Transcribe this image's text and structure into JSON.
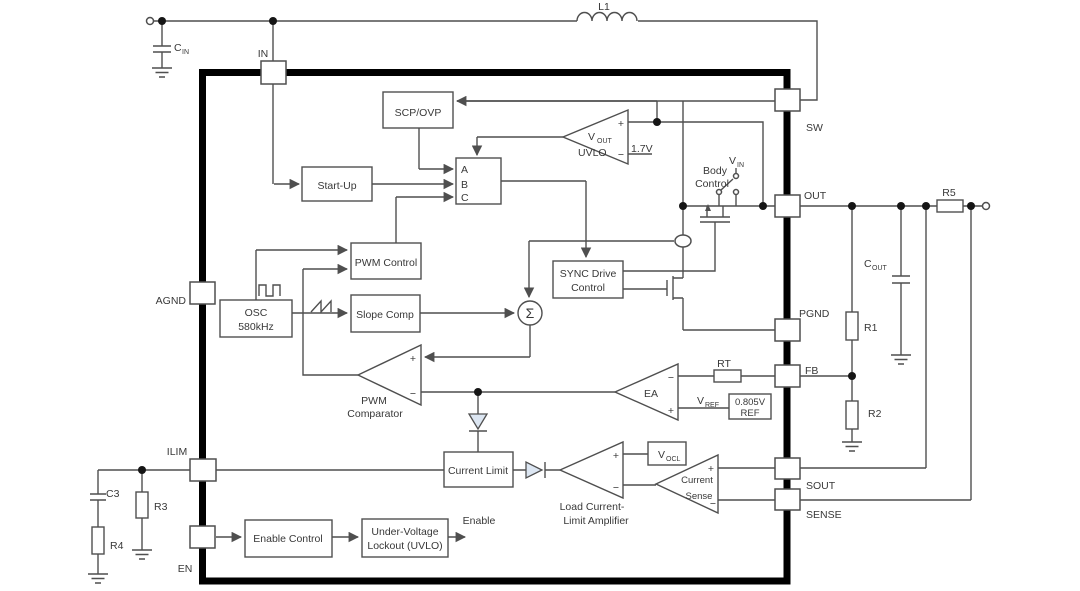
{
  "colors": {
    "line": "#4f4f4f",
    "border": "#000000",
    "text": "#383838",
    "diode_fill": "#dce6f2",
    "bg": "#ffffff"
  },
  "pins": {
    "in": "IN",
    "sw": "SW",
    "out": "OUT",
    "pgnd": "PGND",
    "fb": "FB",
    "sout": "SOUT",
    "sense": "SENSE",
    "agnd": "AGND",
    "ilim": "ILIM",
    "en": "EN"
  },
  "blocks": {
    "scp_ovp": "SCP/OVP",
    "startup": "Start-Up",
    "logic_a": "A",
    "logic_b": "B",
    "logic_c": "C",
    "pwm_control": "PWM Control",
    "osc1": "OSC",
    "osc2": "580kHz",
    "slope_comp": "Slope Comp",
    "sync1": "SYNC Drive",
    "sync2": "Control",
    "current_limit": "Current Limit",
    "enable_control": "Enable Control",
    "uvlo1": "Under-Voltage",
    "uvlo2": "Lockout (UVLO)",
    "ref1": "0.805V",
    "ref2": "REF",
    "vocl_main": "V",
    "vocl_sub": "OCL"
  },
  "amps": {
    "uvlo_v": "V",
    "uvlo_v_sub": "OUT",
    "uvlo_line2": "UVLO",
    "uvlo_ref": "1.7V",
    "ea": "EA",
    "pwm1": "PWM",
    "pwm2": "Comparator",
    "load1": "Load Current-",
    "load2": "Limit Amplifier",
    "cs1": "Current",
    "cs2": "Sense"
  },
  "external": {
    "l1": "L1",
    "cin_main": "C",
    "cin_sub": "IN",
    "cout_main": "C",
    "cout_sub": "OUT",
    "r1": "R1",
    "r2": "R2",
    "r3": "R3",
    "r4": "R4",
    "r5": "R5",
    "rt": "RT",
    "c3": "C3"
  },
  "labels": {
    "vin_main": "V",
    "vin_sub": "IN",
    "vref_main": "V",
    "vref_sub": "REF",
    "body1": "Body",
    "body2": "Control",
    "enable": "Enable",
    "sigma": "Σ",
    "plus": "+",
    "minus": "−"
  }
}
